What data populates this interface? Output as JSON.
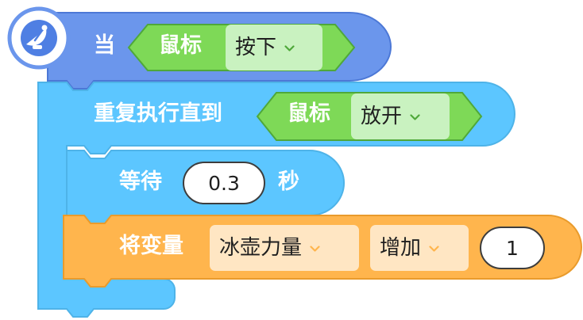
{
  "hat_block": {
    "icon": "satellite-dish-icon",
    "when_label": "当",
    "condition": {
      "label": "鼠标",
      "value": "按下"
    }
  },
  "repeat_block": {
    "label": "重复执行直到",
    "condition": {
      "label": "鼠标",
      "value": "放开"
    }
  },
  "wait_block": {
    "label": "等待",
    "value": "0.3",
    "unit": "秒"
  },
  "variable_block": {
    "label": "将变量",
    "variable": "冰壶力量",
    "operation": "增加",
    "value": "1"
  },
  "colors": {
    "hat": "#6b96ec",
    "control": "#5cc6ff",
    "sensing": "#7ed957",
    "variable": "#ffb54d"
  }
}
